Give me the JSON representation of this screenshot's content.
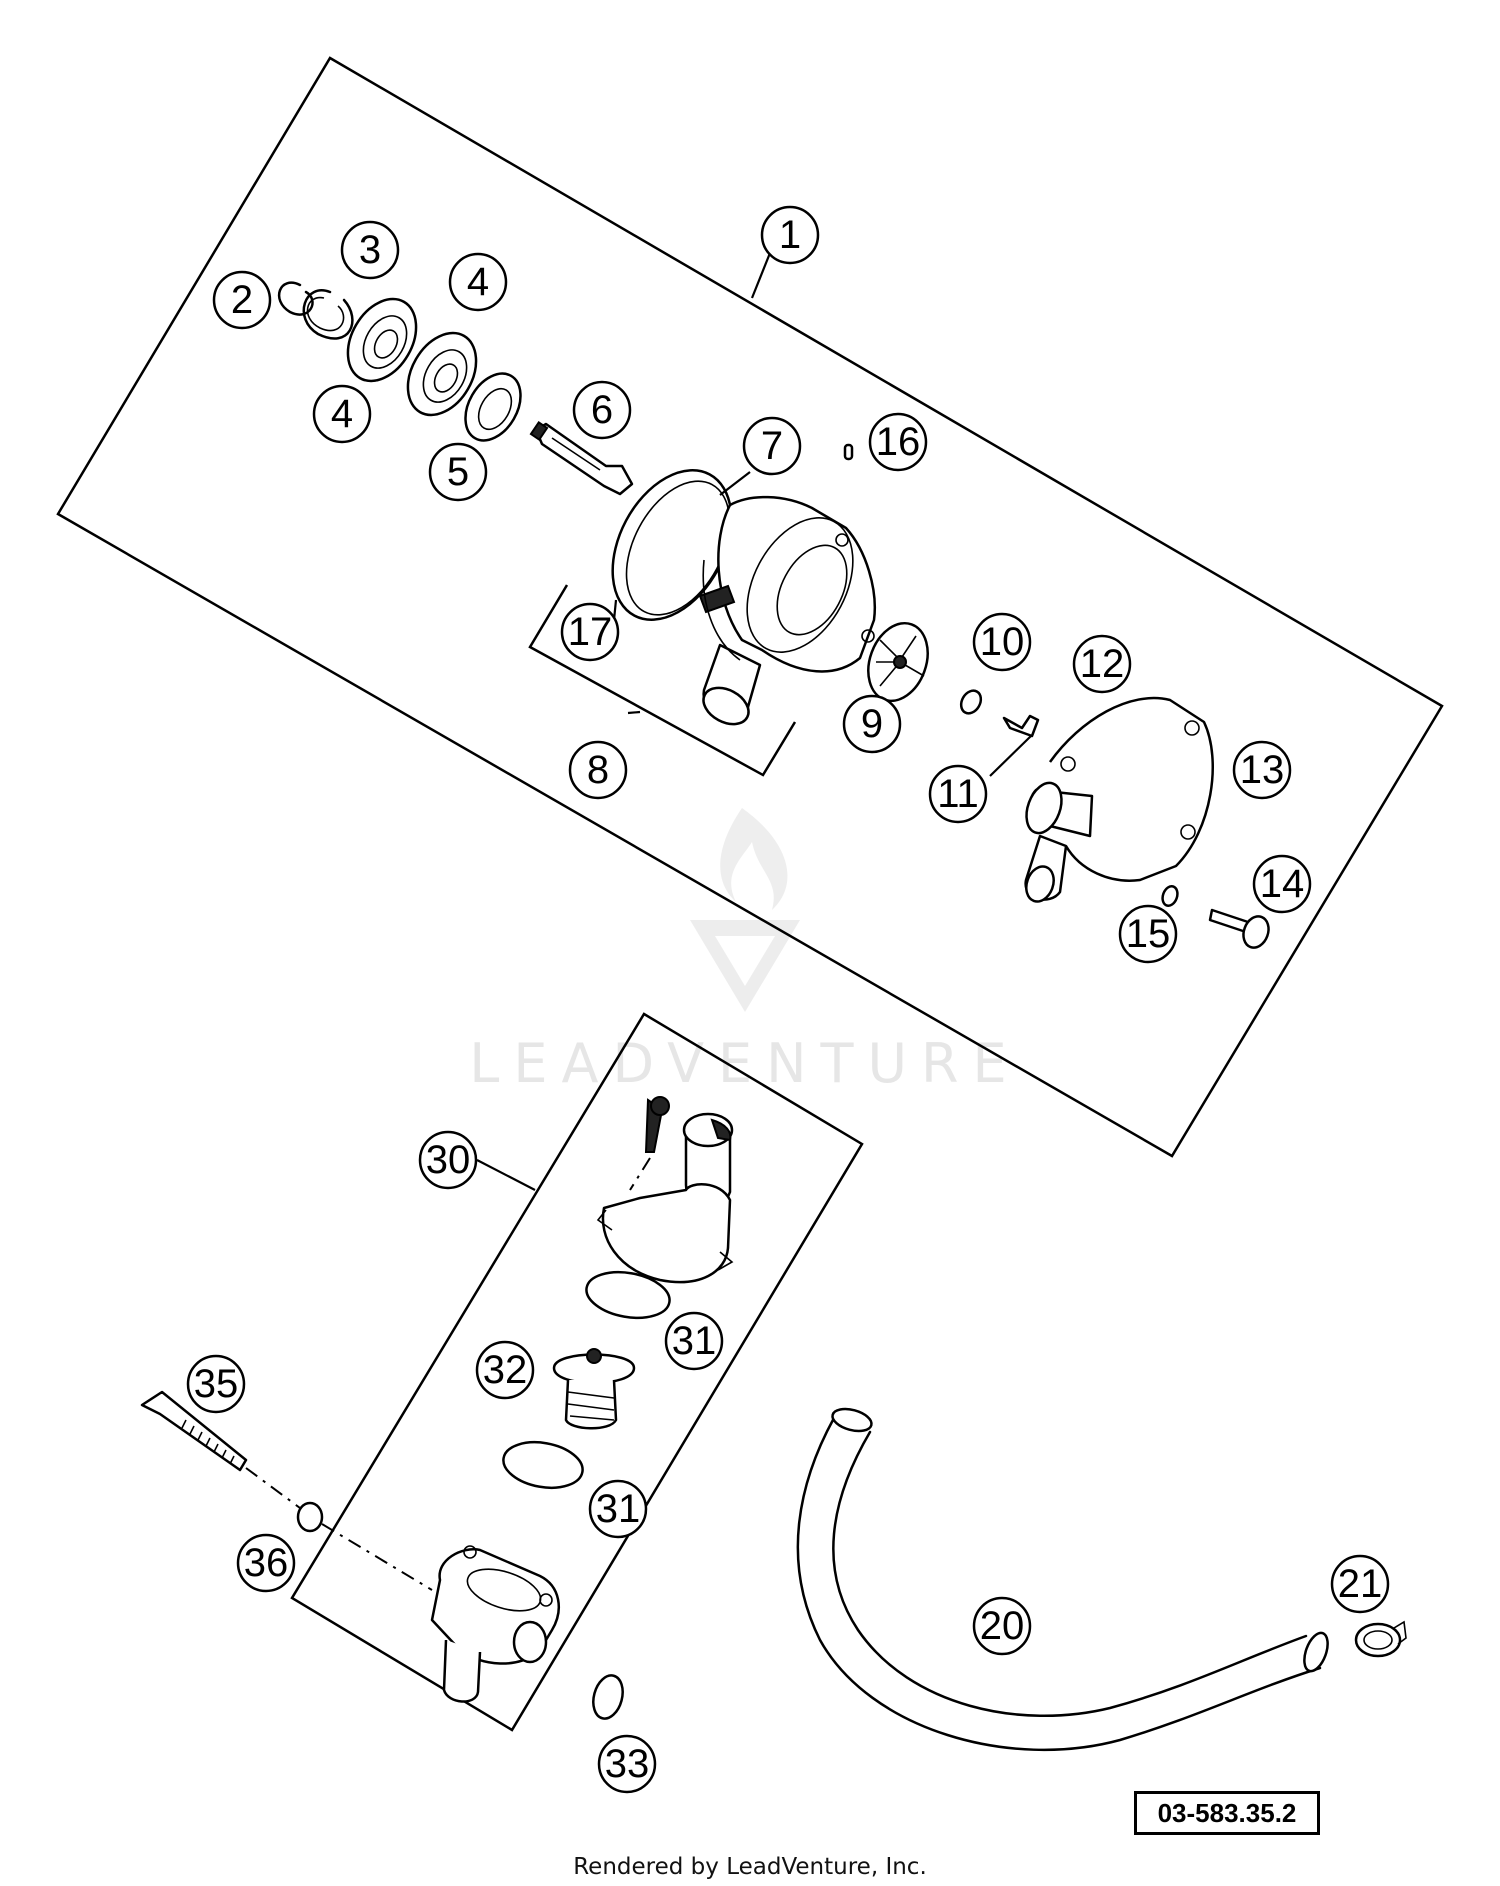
{
  "diagram": {
    "watermark_text": "LEADVENTURE",
    "reference_code": "03-583.35.2",
    "footer_credit": "Rendered by LeadVenture, Inc.",
    "callouts": [
      {
        "id": "c1",
        "label": "1"
      },
      {
        "id": "c2",
        "label": "2"
      },
      {
        "id": "c3",
        "label": "3"
      },
      {
        "id": "c4a",
        "label": "4"
      },
      {
        "id": "c4b",
        "label": "4"
      },
      {
        "id": "c5",
        "label": "5"
      },
      {
        "id": "c6",
        "label": "6"
      },
      {
        "id": "c7",
        "label": "7"
      },
      {
        "id": "c8",
        "label": "8"
      },
      {
        "id": "c9",
        "label": "9"
      },
      {
        "id": "c10",
        "label": "10"
      },
      {
        "id": "c11",
        "label": "11"
      },
      {
        "id": "c12",
        "label": "12"
      },
      {
        "id": "c13",
        "label": "13"
      },
      {
        "id": "c14",
        "label": "14"
      },
      {
        "id": "c15",
        "label": "15"
      },
      {
        "id": "c16",
        "label": "16"
      },
      {
        "id": "c17",
        "label": "17"
      },
      {
        "id": "c20",
        "label": "20"
      },
      {
        "id": "c21",
        "label": "21"
      },
      {
        "id": "c30",
        "label": "30"
      },
      {
        "id": "c31a",
        "label": "31"
      },
      {
        "id": "c31b",
        "label": "31"
      },
      {
        "id": "c32",
        "label": "32"
      },
      {
        "id": "c33",
        "label": "33"
      },
      {
        "id": "c35",
        "label": "35"
      },
      {
        "id": "c36",
        "label": "36"
      }
    ]
  }
}
